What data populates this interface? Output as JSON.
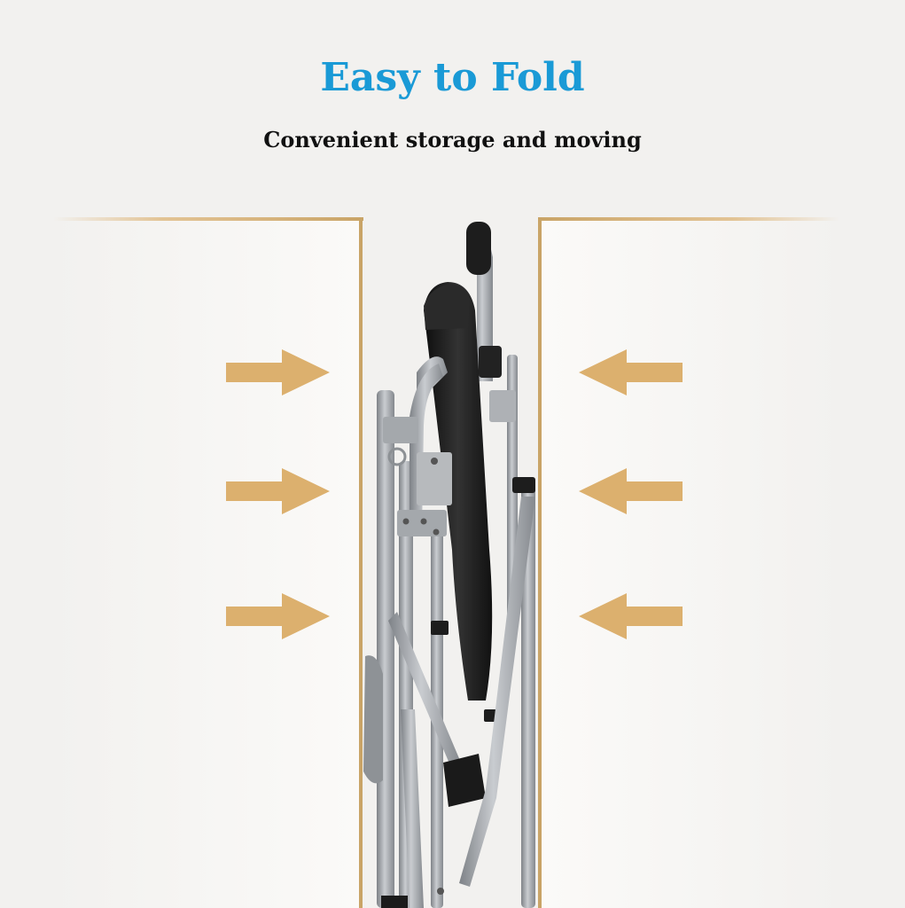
{
  "header": {
    "title": "Easy to Fold",
    "subtitle": "Convenient storage and moving"
  },
  "colors": {
    "background": "#f2f1ef",
    "title": "#1a9ad6",
    "subtitle": "#111111",
    "accent": "#dcb06e",
    "frame": "#9a9ea3",
    "upholstery": "#1c1c1c"
  },
  "illustration": {
    "subject": "folded-wheelchair",
    "arrows_left_direction": "right",
    "arrows_right_direction": "left"
  }
}
